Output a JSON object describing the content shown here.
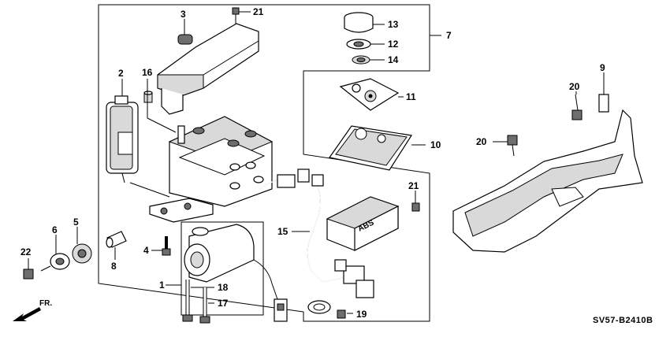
{
  "diagram": {
    "diagram_code": "SV57-B2410B",
    "direction_label": "FR.",
    "callouts": [
      {
        "id": "c1",
        "label": "1"
      },
      {
        "id": "c2",
        "label": "2"
      },
      {
        "id": "c3",
        "label": "3"
      },
      {
        "id": "c4",
        "label": "4"
      },
      {
        "id": "c5",
        "label": "5"
      },
      {
        "id": "c6",
        "label": "6"
      },
      {
        "id": "c7",
        "label": "7"
      },
      {
        "id": "c8",
        "label": "8"
      },
      {
        "id": "c9",
        "label": "9"
      },
      {
        "id": "c10",
        "label": "10"
      },
      {
        "id": "c11",
        "label": "11"
      },
      {
        "id": "c12",
        "label": "12"
      },
      {
        "id": "c13",
        "label": "13"
      },
      {
        "id": "c14",
        "label": "14"
      },
      {
        "id": "c15",
        "label": "15"
      },
      {
        "id": "c16",
        "label": "16"
      },
      {
        "id": "c17",
        "label": "17"
      },
      {
        "id": "c18",
        "label": "18"
      },
      {
        "id": "c19",
        "label": "19"
      },
      {
        "id": "c20a",
        "label": "20"
      },
      {
        "id": "c20b",
        "label": "20"
      },
      {
        "id": "c21a",
        "label": "21"
      },
      {
        "id": "c21b",
        "label": "21"
      },
      {
        "id": "c22",
        "label": "22"
      }
    ],
    "parts_text": {
      "abs_label": "ABS"
    }
  }
}
